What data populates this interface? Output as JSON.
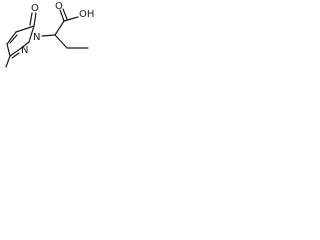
{
  "molecule": {
    "atoms": {
      "carbonyl_oxygen": "O",
      "ring_nitrogen_1": "N",
      "ring_nitrogen_2": "N",
      "acid_oxygen": "O",
      "hydroxyl": "OH"
    }
  },
  "colors": {
    "ink": "#1a1a1a",
    "background": "#ffffff"
  }
}
